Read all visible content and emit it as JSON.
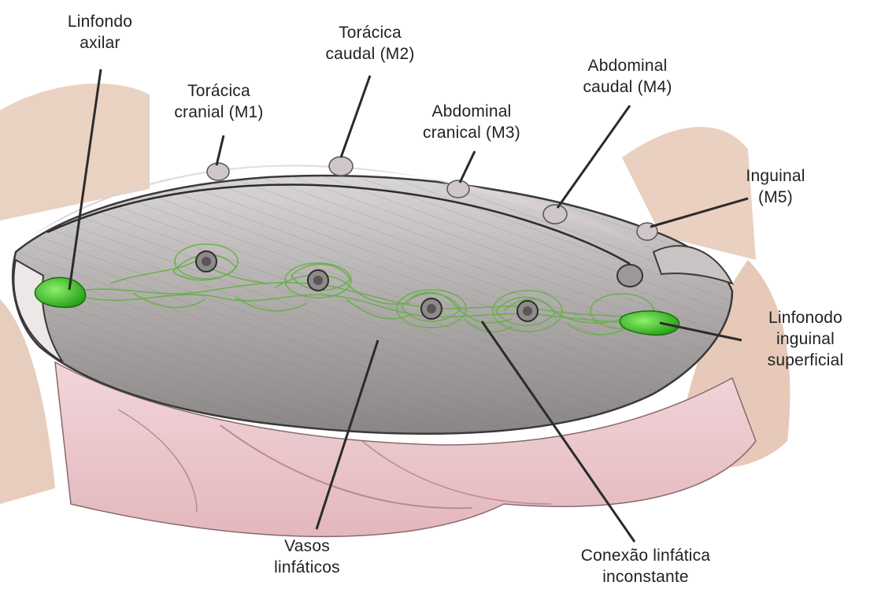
{
  "labels": {
    "axillary": [
      "Linfondo",
      "axilar"
    ],
    "m1": [
      "Torácica",
      "cranial (M1)"
    ],
    "m2": [
      "Torácica",
      "caudal (M2)"
    ],
    "m3": [
      "Abdominal",
      "cranical (M3)"
    ],
    "m4": [
      "Abdominal",
      "caudal (M4)"
    ],
    "m5": [
      "Inguinal",
      "(M5)"
    ],
    "superficial_inguinal": [
      "Linfonodo",
      "inguinal",
      "superficial"
    ],
    "lymph_vessels": [
      "Vasos",
      "linfáticos"
    ],
    "inconstant_connection": [
      "Conexão linfática",
      "inconstante"
    ]
  },
  "colors": {
    "lymph_node": "#3fbf2a",
    "lymph_vessel": "#6ab04c",
    "skin": "#9c9c9c",
    "muscle": "#e8c2c8",
    "background_tissue": "#e6c9b8"
  }
}
